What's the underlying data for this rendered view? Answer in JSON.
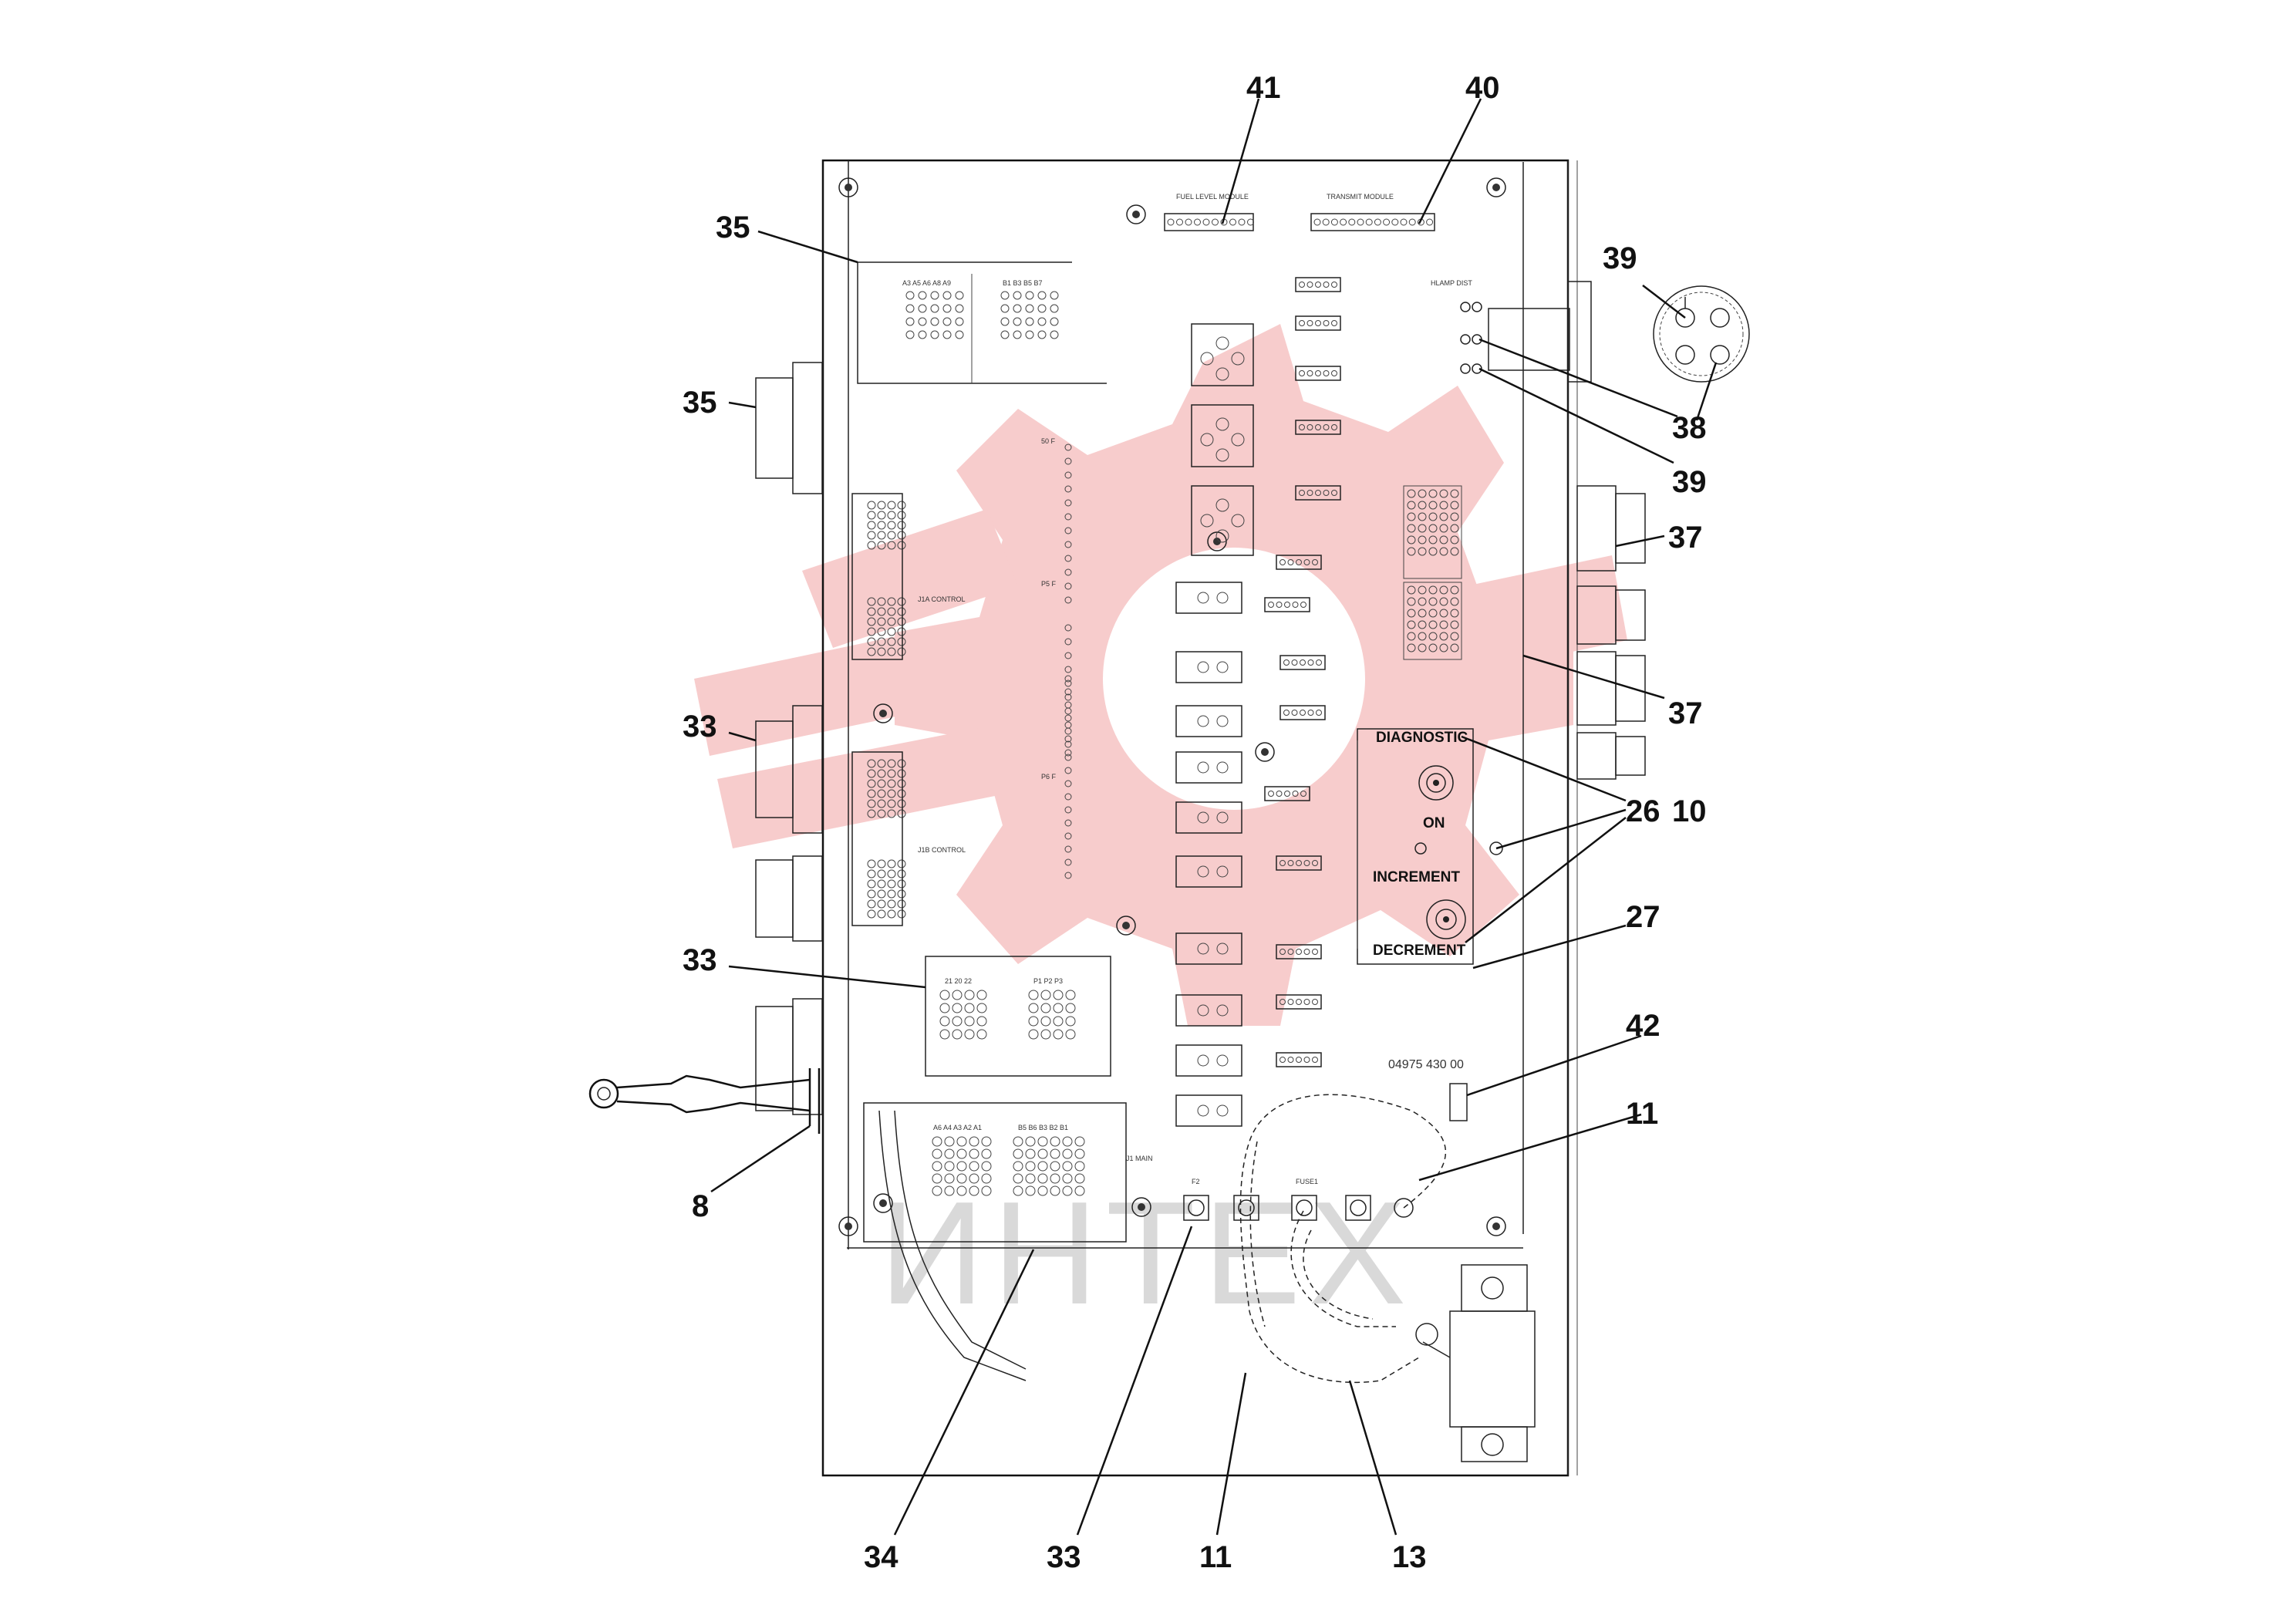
{
  "callouts": {
    "c41": "41",
    "c40": "40",
    "c35a": "35",
    "c35b": "35",
    "c33a": "33",
    "c33b": "33",
    "c33c": "33",
    "c8": "8",
    "c34": "34",
    "c11a": "11",
    "c11b": "11",
    "c13": "13",
    "c39a": "39",
    "c38": "38",
    "c39b": "39",
    "c37a": "37",
    "c37b": "37",
    "c26": "26",
    "c10": "10",
    "c27": "27",
    "c42": "42"
  },
  "panel": {
    "diagnostic": "DIAGNOSTIC",
    "on": "ON",
    "increment": "INCREMENT",
    "decrement": "DECREMENT",
    "part_number": "04975 430 00"
  },
  "watermark": {
    "text": "ИНТЕХ",
    "color": "#f2a6a6"
  }
}
